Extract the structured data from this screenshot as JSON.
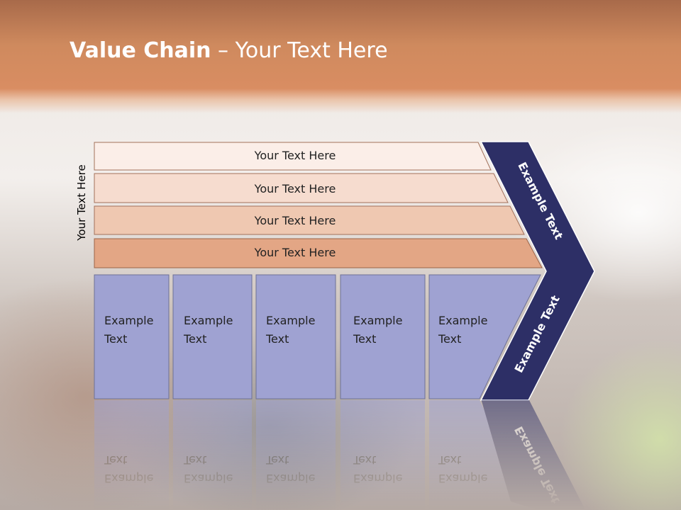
{
  "slide": {
    "title_bold": "Value Chain",
    "title_rest": " – Your Text Here",
    "vertical_label": "Your Text Here"
  },
  "support_rows": [
    "Your Text Here",
    "Your Text Here",
    "Your Text Here",
    "Your Text Here"
  ],
  "primary_cols": [
    [
      "Example",
      "Text"
    ],
    [
      "Example",
      "Text"
    ],
    [
      "Example",
      "Text"
    ],
    [
      "Example",
      "Text"
    ],
    [
      "Example",
      "Text"
    ]
  ],
  "margin_top_label": "Example Text",
  "margin_bottom_label": "Example Text",
  "colors": {
    "row_fills": [
      "#fbeee8",
      "#f6dccf",
      "#efc8b1",
      "#e3a685"
    ],
    "column_fill": "#9fa2d2",
    "margin_fill": "#2d2f66"
  }
}
